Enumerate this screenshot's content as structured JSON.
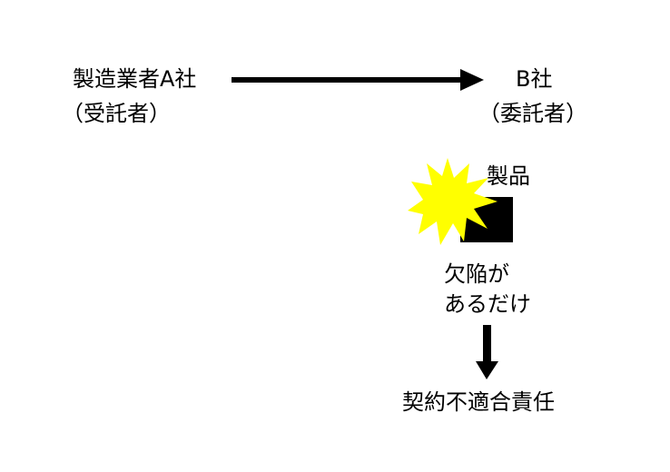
{
  "manufacturer": {
    "name": "製造業者A社",
    "role": "（受託者）"
  },
  "client": {
    "name": "B社",
    "role": "（委託者）"
  },
  "product": {
    "label": "製品"
  },
  "defect": {
    "line1": "欠陥が",
    "line2": "あるだけ"
  },
  "result": {
    "label": "契約不適合責任"
  },
  "colors": {
    "arrow": "#000000",
    "burst": "#ffff00",
    "product_box": "#000000",
    "background": "#ffffff"
  }
}
